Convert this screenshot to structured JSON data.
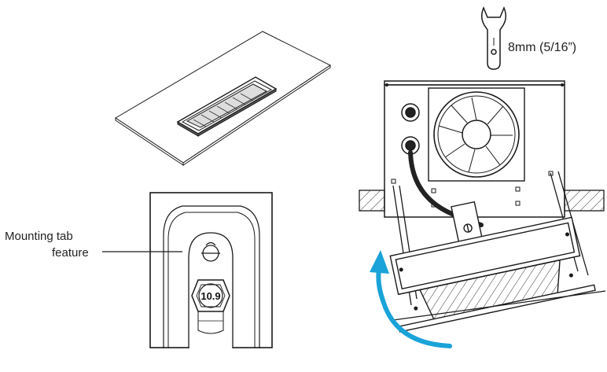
{
  "labels": {
    "mounting_tab_line1": "Mounting tab",
    "mounting_tab_line2": "feature",
    "wrench_size": "8mm (5/16”)",
    "nut_marking": "10.9"
  },
  "icons": {
    "wrench": "wrench-icon",
    "arrow": "curved-arrow-icon",
    "fan": "fan-icon"
  },
  "colors": {
    "arrow": "#1aa3d9",
    "line": "#1a1a1a"
  }
}
